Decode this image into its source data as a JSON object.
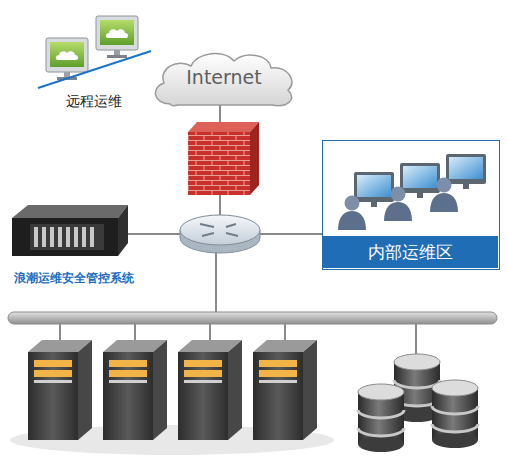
{
  "diagram": {
    "nodes": [
      {
        "text": [
          "远程运维"
        ]
      },
      {
        "text": [
          "Internet"
        ]
      },
      {
        "text": [
          "浪潮运维安全管控系统"
        ]
      },
      {
        "text": [
          "内部运维区"
        ]
      }
    ],
    "edges": [
      {
        "from": 0,
        "to": 1,
        "arrow": "none"
      }
    ]
  }
}
